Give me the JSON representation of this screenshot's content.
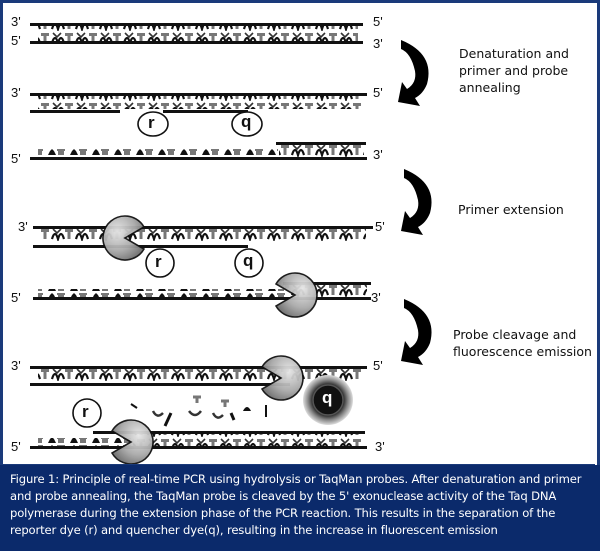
{
  "figure": {
    "steps": [
      {
        "label_lines": [
          "Denaturation and",
          "primer and probe",
          "annealing"
        ]
      },
      {
        "label_lines": [
          "Primer extension"
        ]
      },
      {
        "label_lines": [
          "Probe cleavage and",
          "fluorescence emission"
        ]
      }
    ],
    "strand_ends": {
      "three_prime": "3'",
      "five_prime": "5'"
    },
    "dyes": {
      "reporter": "r",
      "quencher": "q"
    },
    "colors": {
      "border": "#1a3a7a",
      "caption_bg": "#0b2a6b",
      "caption_text": "#ffffff",
      "strand": "#111111",
      "base_gray": "#777777"
    }
  },
  "caption": {
    "text": "Figure 1: Principle of real-time PCR using hydrolysis or TaqMan probes. After denaturation and primer and probe annealing, the TaqMan probe is cleaved by the 5' exonuclease activity of the Taq DNA polymerase during the extension phase of the PCR reaction. This results in the separation of the reporter dye (r) and quencher dye(q), resulting in the increase in fluorescent emission"
  }
}
